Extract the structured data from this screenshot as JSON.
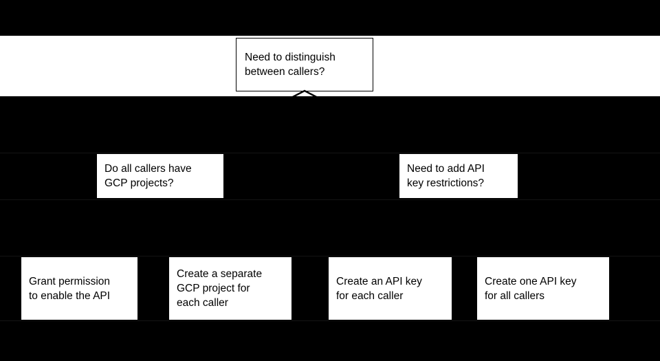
{
  "diagram": {
    "type": "decision-tree-flowchart",
    "background_color": "#000000",
    "node_fill_color": "#ffffff",
    "node_text_color": "#000000",
    "nodes": [
      {
        "id": "root",
        "role": "decision",
        "label": "Need to distinguish\nbetween callers?",
        "bordered": true
      },
      {
        "id": "decision-projects",
        "role": "decision",
        "label": "Do all callers have\nGCP projects?",
        "bordered": false
      },
      {
        "id": "decision-restrictions",
        "role": "decision",
        "label": "Need to add API\nkey restrictions?",
        "bordered": false
      },
      {
        "id": "outcome-grant",
        "role": "outcome",
        "label": "Grant permission\nto enable the API",
        "bordered": false
      },
      {
        "id": "outcome-separate-project",
        "role": "outcome",
        "label": "Create a separate\nGCP project for\neach caller",
        "bordered": false
      },
      {
        "id": "outcome-key-each",
        "role": "outcome",
        "label": "Create an API key\nfor each caller",
        "bordered": false
      },
      {
        "id": "outcome-key-all",
        "role": "outcome",
        "label": "Create one API key\nfor all callers",
        "bordered": false
      }
    ],
    "connectors": [
      {
        "id": "root-down",
        "from": "root",
        "marker": "arrowhead-up",
        "visible": true
      }
    ]
  }
}
